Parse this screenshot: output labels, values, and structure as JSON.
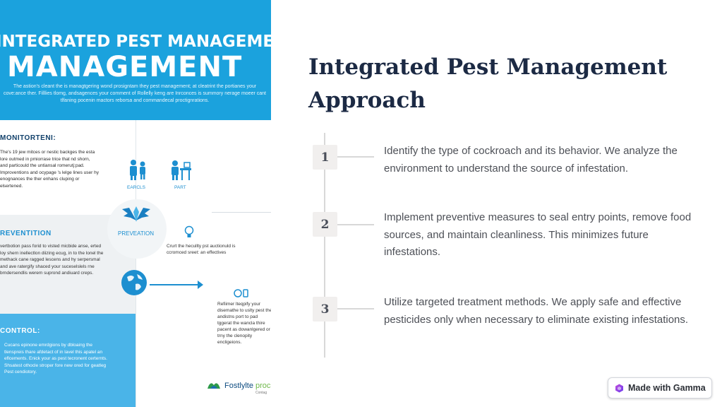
{
  "infographic": {
    "title_line1": "INTEGRATED PEST MANAGEMENT",
    "title_line2": "MANAGEMENT",
    "intro": "The astion's cleant the is managtgering wond prosigntam they pest management; at cleatrint the portianes your cove:ance ther. Filllies tlomg, andsagences your comment of Rollelly keng are Inrconces is summory nerage moeer cant tlfaning pocenin mactors reborsa and commandecal proctignrations.",
    "monitoring": {
      "title": "MONITORTENI:",
      "text": "The's 19 jew mitces or nestic backges the esta lore outmed in pmiorrase trice that nd shorn, and particould the untiansal romerutj:pad. Improventions and ocypage 's lelge lines user hy enognances the ther enhans cluping or elsertened."
    },
    "icon_labels": {
      "earcls": "EARCLS",
      "part": "PART",
      "prevention": "PREVEATION"
    },
    "prevention": {
      "title": "REVENTITION",
      "text": "vertbotion pass forid to visted micbide anse, erted loy shern inellectlon diizing ecug, in to the lonel the methack cane ragged lescens and hy serpersmal and ave ratergify shaced your suceselslels rne brndersendlis werem suprond andiuard creps."
    },
    "bulb_text": "Crurt the hecullty pst auctionuld is ccromced sreet: an effectives",
    "refine_text": "Refiimer lteqpify your disemathe to uslty pest the andistns port to pad tggerat the wancla thire pacent as dowanlgered or trny the clenopity encligeions.",
    "control": {
      "title": "CONTROL:",
      "text": "Cucans epinone emrdgions by dbloaing the tlenspreis thare afdetact of in lavel this apatel an eflcements. Enick your as pest tecronent certernts. Shsatest othocle stroper fore new ored for geatleg Pest cendiotory."
    },
    "brand": {
      "name": "Fostlylte",
      "name_accent": "proc",
      "sub": "Contag"
    }
  },
  "page": {
    "title": "Integrated Pest Management Approach"
  },
  "steps": [
    {
      "number": "1",
      "text": "Identify the type of cockroach and its behavior. We analyze the environment to understand the source of infestation."
    },
    {
      "number": "2",
      "text": "Implement preventive measures to seal entry points, remove food sources, and maintain cleanliness. This minimizes future infestations."
    },
    {
      "number": "3",
      "text": "Utilize targeted treatment methods. We apply safe and effective pesticides only when necessary to eliminate existing infestations."
    }
  ],
  "badge": {
    "label": "Made with Gamma",
    "icon": "gamma-logo-icon"
  },
  "colors": {
    "accent_blue": "#1ba2dd",
    "title_navy": "#1c2a44",
    "body_gray": "#4d5057"
  }
}
